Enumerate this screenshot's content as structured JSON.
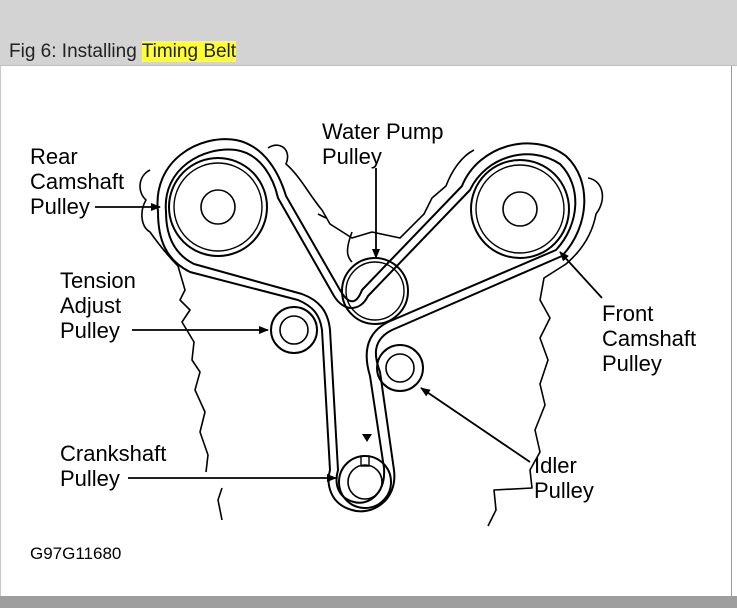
{
  "header": {
    "title_prefix": "Fig 6: Installing ",
    "title_highlight": "Timing Belt",
    "highlight_color": "#ffff33"
  },
  "diagram": {
    "labels": {
      "rear_camshaft": [
        "Rear",
        "Camshaft",
        "Pulley"
      ],
      "water_pump": [
        "Water Pump",
        "Pulley"
      ],
      "tension_adjust": [
        "Tension",
        "Adjust",
        "Pulley"
      ],
      "crankshaft": [
        "Crankshaft",
        "Pulley"
      ],
      "front_camshaft": [
        "Front",
        "Camshaft",
        "Pulley"
      ],
      "idler": [
        "Idler",
        "Pulley"
      ]
    },
    "figure_code": "G97G11680"
  }
}
